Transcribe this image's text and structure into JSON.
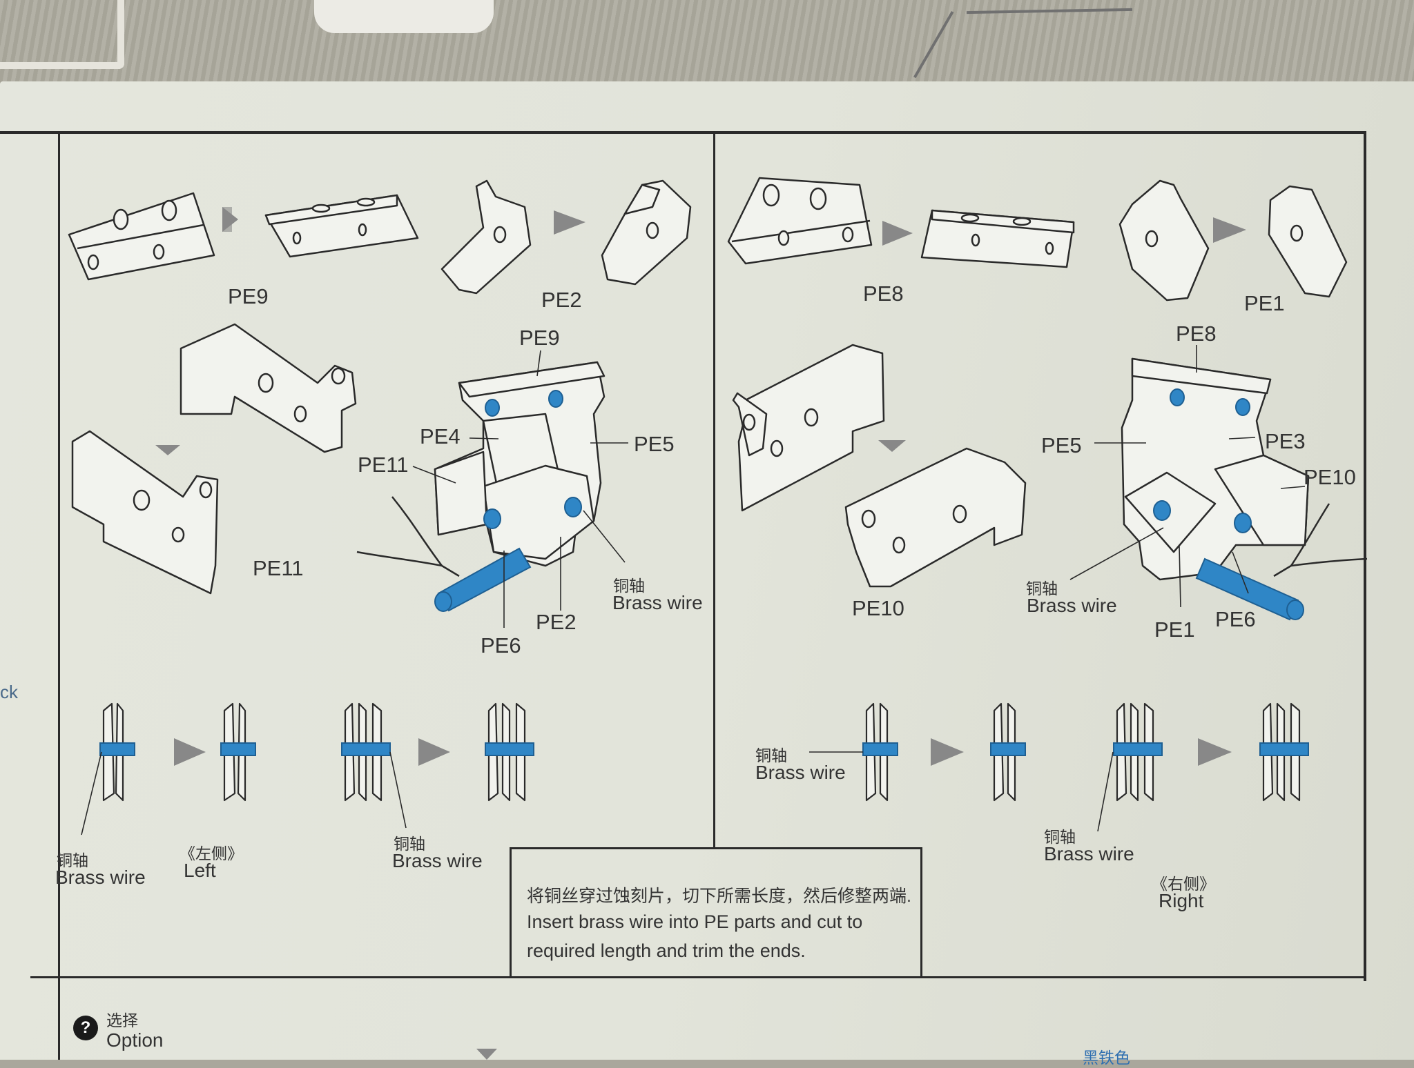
{
  "labels": {
    "left_top_1": "PE9",
    "left_top_2": "PE2",
    "left_pe9": "PE9",
    "left_pe4": "PE4",
    "left_pe5": "PE5",
    "left_pe11_a": "PE11",
    "left_pe11_b": "PE11",
    "left_pe2": "PE2",
    "left_pe6": "PE6",
    "right_top_1": "PE8",
    "right_top_2": "PE1",
    "right_pe8": "PE8",
    "right_pe5": "PE5",
    "right_pe3": "PE3",
    "right_pe10_a": "PE10",
    "right_pe10_b": "PE10",
    "right_pe1": "PE1",
    "right_pe6": "PE6"
  },
  "brass_wire": {
    "cn": "铜轴",
    "en": "Brass wire"
  },
  "side": {
    "left_cn": "《左侧》",
    "left_en": "Left",
    "right_cn": "《右侧》",
    "right_en": "Right"
  },
  "note": {
    "line_cn": "将铜丝穿过蚀刻片，切下所需长度，然后修整两端.",
    "line_en_1": "Insert brass wire into PE parts and cut to",
    "line_en_2": "required length and  trim the ends."
  },
  "bottom": {
    "option_cn": "选择",
    "option_en": "Option",
    "icon": "question-mark-icon",
    "partial_cn": "黑铁色"
  },
  "edge_text": "ck",
  "colors": {
    "page": "#e3e5dc",
    "ink": "#2a2a2a",
    "brass_wire_blue": "#2f86c6"
  }
}
